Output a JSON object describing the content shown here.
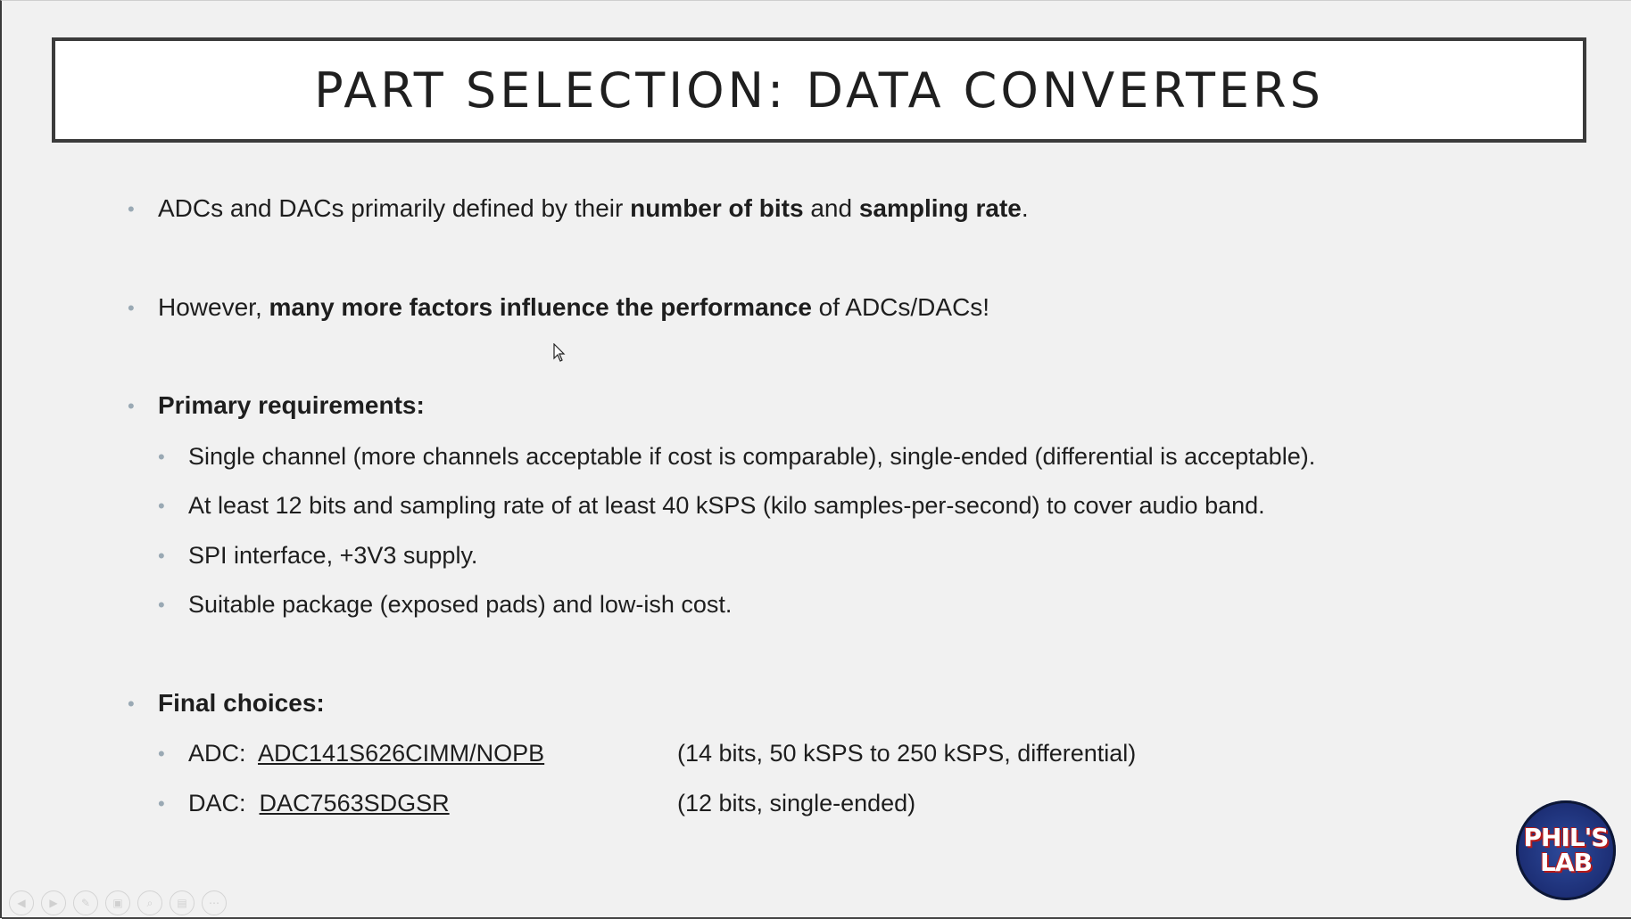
{
  "slide": {
    "title": "PART SELECTION: DATA CONVERTERS",
    "b1": {
      "pre": "ADCs and DACs primarily defined by their ",
      "bold1": "number of bits",
      "mid": " and ",
      "bold2": "sampling rate",
      "post": "."
    },
    "b2": {
      "pre": "However, ",
      "bold": "many more factors influence the performance",
      "post": " of ADCs/DACs!"
    },
    "b3": {
      "heading": "Primary requirements:",
      "items": [
        "Single channel (more channels acceptable if cost is comparable), single-ended (differential is acceptable).",
        "At least 12 bits and sampling rate of at least 40 kSPS (kilo samples-per-second) to cover audio band.",
        "SPI interface, +3V3 supply.",
        "Suitable package (exposed pads) and low-ish cost."
      ]
    },
    "b4": {
      "heading": "Final choices:",
      "adc": {
        "label": "ADC:",
        "part": "ADC141S626CIMM/NOPB",
        "spec": "(14 bits, 50 kSPS to 250 kSPS, differential)"
      },
      "dac": {
        "label": "DAC:",
        "part": "DAC7563SDGSR",
        "spec": "(12 bits, single-ended)"
      }
    }
  },
  "logo": {
    "line1": "PHIL'S",
    "line2": "LAB"
  },
  "toolbar": {
    "icons": [
      "prev-icon",
      "next-icon",
      "pen-icon",
      "slides-icon",
      "zoom-icon",
      "subtitles-icon",
      "more-icon"
    ]
  }
}
